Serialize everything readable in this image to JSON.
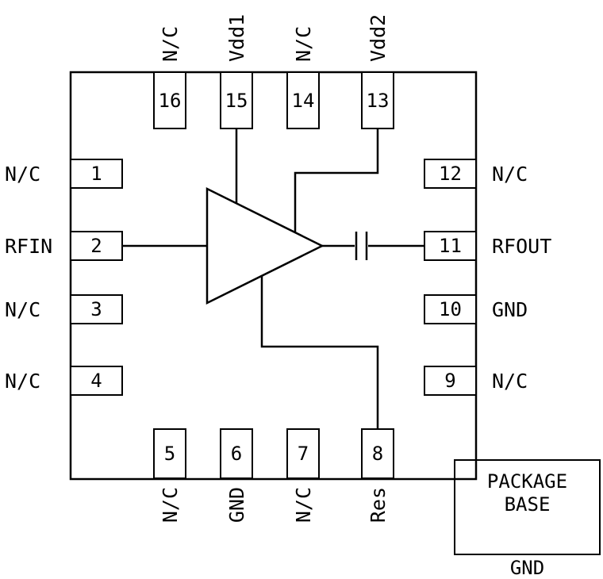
{
  "title": "16-pin RF amplifier package pinout diagram",
  "pins": {
    "top": [
      {
        "num": "16",
        "label": "N/C"
      },
      {
        "num": "15",
        "label": "Vdd1"
      },
      {
        "num": "14",
        "label": "N/C"
      },
      {
        "num": "13",
        "label": "Vdd2"
      }
    ],
    "left": [
      {
        "num": "1",
        "label": "N/C"
      },
      {
        "num": "2",
        "label": "RFIN"
      },
      {
        "num": "3",
        "label": "N/C"
      },
      {
        "num": "4",
        "label": "N/C"
      }
    ],
    "right": [
      {
        "num": "12",
        "label": "N/C"
      },
      {
        "num": "11",
        "label": "RFOUT"
      },
      {
        "num": "10",
        "label": "GND"
      },
      {
        "num": "9",
        "label": "N/C"
      }
    ],
    "bottom": [
      {
        "num": "5",
        "label": "N/C"
      },
      {
        "num": "6",
        "label": "GND"
      },
      {
        "num": "7",
        "label": "N/C"
      },
      {
        "num": "8",
        "label": "Res"
      }
    ]
  },
  "package_base": {
    "line1": "PACKAGE",
    "line2": "BASE",
    "ground": "GND"
  },
  "colors": {
    "line": "#000000",
    "background": "#ffffff"
  }
}
